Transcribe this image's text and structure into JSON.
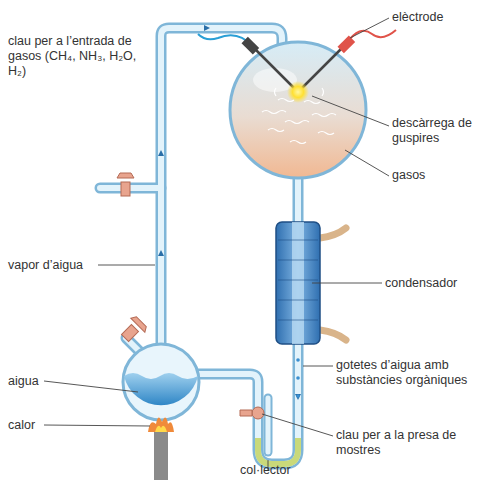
{
  "diagram": {
    "labels": [
      "elèctrode",
      "clau per a l’entrada de gasos (CH₄, NH₃, H₂O, H₂)",
      "descàrrega de guspires",
      "gasos",
      "vapor d’aigua",
      "condensador",
      "gotetes d’aigua amb substàncies orgàniques",
      "aigua",
      "calor",
      "clau per a la presa de mostres",
      "col·lector"
    ]
  }
}
